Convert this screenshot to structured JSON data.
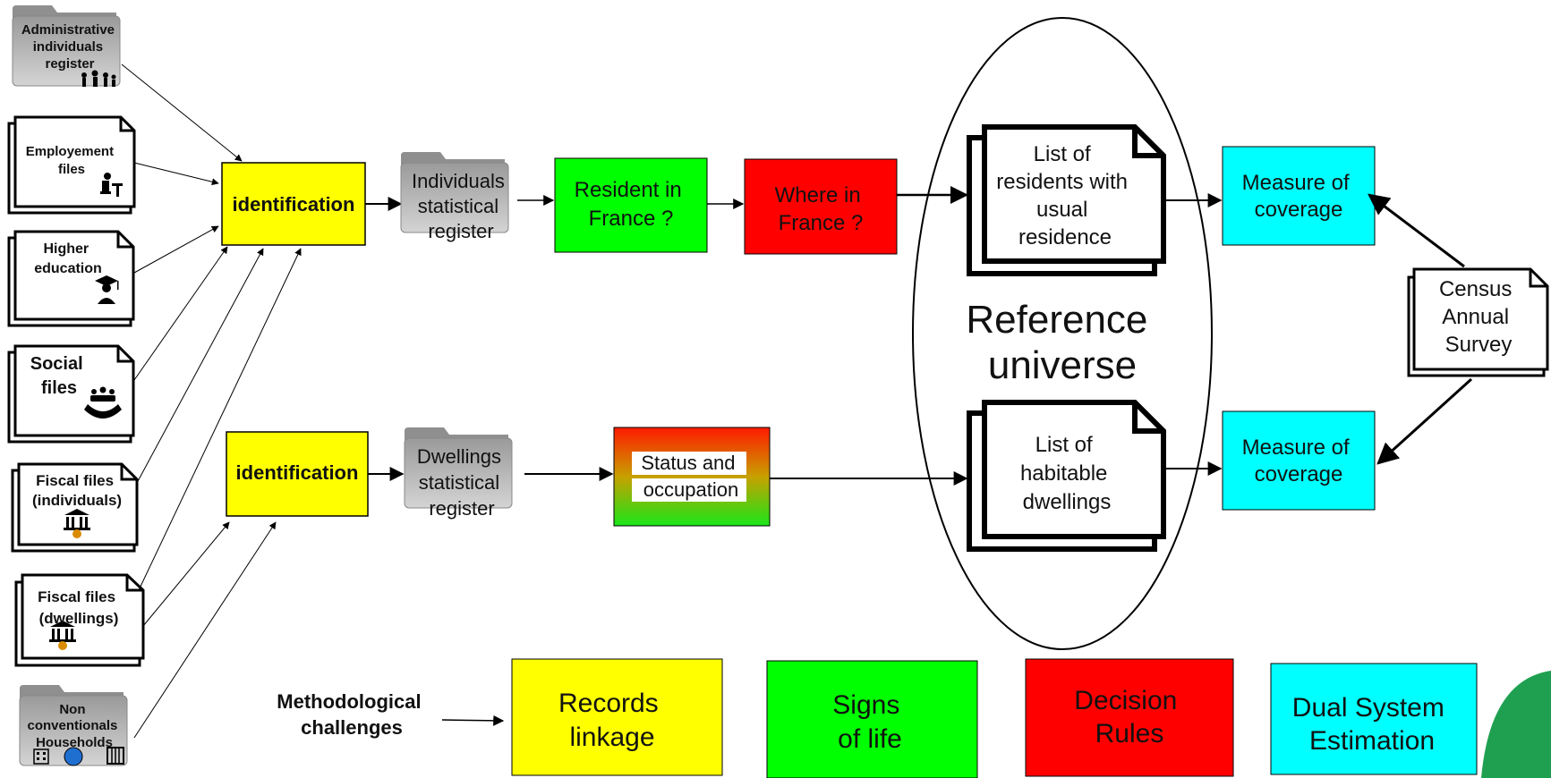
{
  "sources": {
    "admin_register": [
      "Administrative",
      "individuals",
      "register"
    ],
    "employment": [
      "Employement",
      "files"
    ],
    "higher_education": [
      "Higher",
      "education"
    ],
    "social": [
      "Social",
      "files"
    ],
    "fiscal_individuals": [
      "Fiscal files",
      "(individuals)"
    ],
    "fiscal_dwellings": [
      "Fiscal files",
      "(dwellings)"
    ],
    "non_conventional": [
      "Non",
      "conventionals",
      "Households"
    ]
  },
  "identification_top": "identification",
  "identification_bottom": "identification",
  "individuals_register": [
    "Individuals",
    "statistical",
    "register"
  ],
  "dwellings_register": [
    "Dwellings",
    "statistical",
    "register"
  ],
  "resident_in_france": [
    "Resident in",
    "France ?"
  ],
  "where_in_france": [
    "Where in",
    "France ?"
  ],
  "status_occupation": [
    "Status and",
    "occupation"
  ],
  "list_residents": [
    "List of",
    "residents with",
    "usual",
    "residence"
  ],
  "list_dwellings": [
    "List of",
    "habitable",
    "dwellings"
  ],
  "reference_universe": [
    "Reference",
    "universe"
  ],
  "measure_top": [
    "Measure of",
    "coverage"
  ],
  "measure_bottom": [
    "Measure of",
    "coverage"
  ],
  "census_survey": [
    "Census",
    "Annual",
    "Survey"
  ],
  "methodological": [
    "Methodological",
    "challenges"
  ],
  "legend": {
    "records_linkage": [
      "Records",
      "linkage"
    ],
    "signs_of_life": [
      "Signs",
      "of life"
    ],
    "decision_rules": [
      "Decision",
      "Rules"
    ],
    "dual_system": [
      "Dual System",
      "Estimation"
    ]
  },
  "colors": {
    "yellow": "#ffff00",
    "green": "#00ff00",
    "red": "#ff0000",
    "cyan": "#00ffff",
    "dark_red_text": "#8b0000",
    "folder_grey": "#a9a9a9",
    "corner_green": "#1fa050"
  }
}
